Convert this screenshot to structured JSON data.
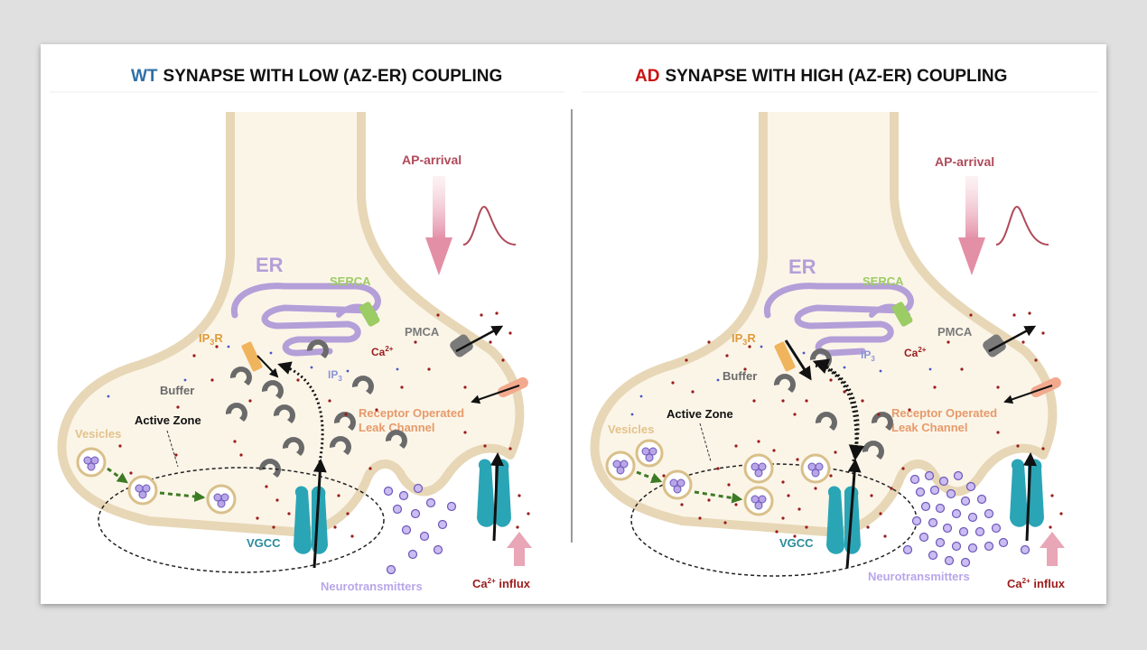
{
  "colors": {
    "wt_tag": "#2e6fa7",
    "ad_tag": "#cc1111",
    "membrane": "#e7d7b6",
    "cytoplasm": "#fbf5e8",
    "er": "#b49fd8",
    "serca": "#9ccc64",
    "ip3r": "#f0b45c",
    "pmca": "#7a7a7a",
    "leak": "#f2a98e",
    "vgcc": "#2aa5b5",
    "calcium": "#9b1c1c",
    "ip3": "#4a55c8",
    "neurotransmitter": "#8a6fd0",
    "ap_arrow": "#e8a6b6",
    "buffer": "#6a6a6a"
  },
  "panels": [
    {
      "tag": "WT",
      "title": "SYNAPSE WITH LOW (AZ-ER) COUPLING",
      "labels": {
        "ap_arrival": "AP-arrival",
        "er": "ER",
        "serca": "SERCA",
        "ip3r_main": "IP",
        "ip3r_sub": "3",
        "ip3r_tail": "R",
        "pmca": "PMCA",
        "ip3_main": "IP",
        "ip3_sub": "3",
        "ca_main": "Ca",
        "ca_sup": "2+",
        "buffer": "Buffer",
        "receptor_line1": "Receptor Operated",
        "receptor_line2": "Leak Channel",
        "active_zone": "Active Zone",
        "vesicles": "Vesicles",
        "vgcc": "VGCC",
        "neurotransmitters": "Neurotransmitters",
        "influx_main": "Ca",
        "influx_sup": "2+",
        "influx_tail": " influx"
      }
    },
    {
      "tag": "AD",
      "title": "SYNAPSE WITH HIGH (AZ-ER) COUPLING",
      "labels": {
        "ap_arrival": "AP-arrival",
        "er": "ER",
        "serca": "SERCA",
        "ip3r_main": "IP",
        "ip3r_sub": "3",
        "ip3r_tail": "R",
        "pmca": "PMCA",
        "ip3_main": "IP",
        "ip3_sub": "3",
        "ca_main": "Ca",
        "ca_sup": "2+",
        "buffer": "Buffer",
        "receptor_line1": "Receptor Operated",
        "receptor_line2": "Leak Channel",
        "active_zone": "Active Zone",
        "vesicles": "Vesicles",
        "vgcc": "VGCC",
        "neurotransmitters": "Neurotransmitters",
        "influx_main": "Ca",
        "influx_sup": "2+",
        "influx_tail": " influx"
      }
    }
  ]
}
